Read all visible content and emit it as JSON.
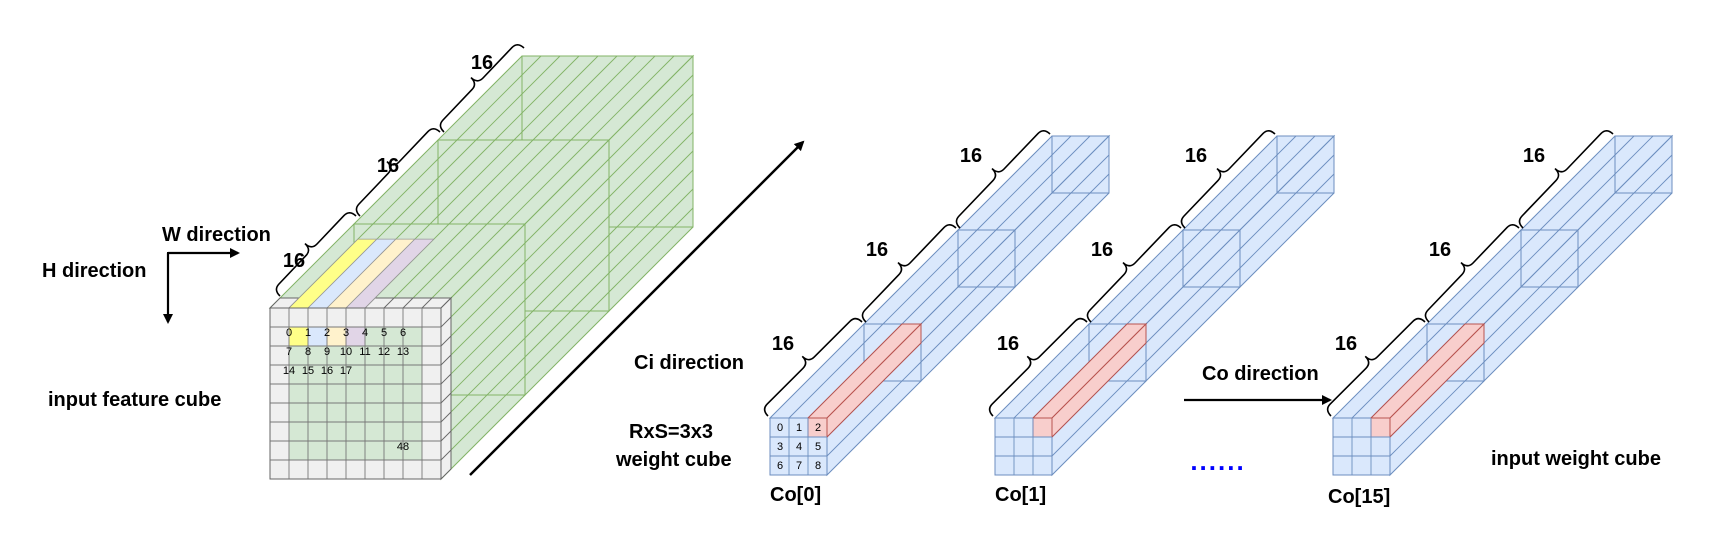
{
  "labels": {
    "w_direction": "W direction",
    "h_direction": "H direction",
    "input_feature_cube": "input feature cube",
    "ci_direction": "Ci direction",
    "weight_cube_line1": "RxS=3x3",
    "weight_cube_line2": "weight cube",
    "co_direction": "Co direction",
    "input_weight_cube": "input weight cube",
    "ellipsis": "......"
  },
  "feature_cube": {
    "dims": [
      "16",
      "16",
      "16"
    ],
    "row1": [
      "0",
      "1",
      "2",
      "3",
      "4",
      "5",
      "6"
    ],
    "row2": [
      "7",
      "8",
      "9",
      "10",
      "11",
      "12",
      "13"
    ],
    "row3": [
      "14",
      "15",
      "16",
      "17"
    ],
    "corner": "48"
  },
  "weight_cubes": [
    {
      "label": "Co[0]",
      "dims": [
        "16",
        "16",
        "16"
      ],
      "cells": [
        "0",
        "1",
        "2",
        "3",
        "4",
        "5",
        "6",
        "7",
        "8"
      ]
    },
    {
      "label": "Co[1]",
      "dims": [
        "16",
        "16",
        "16"
      ],
      "cells": []
    },
    {
      "label": "Co[15]",
      "dims": [
        "16",
        "16",
        "16"
      ],
      "cells": []
    }
  ],
  "colors": {
    "feature_green": "#d5e8d4",
    "feature_green_stroke": "#82b366",
    "weight_blue": "#dae8fc",
    "weight_blue_stroke": "#6c8ebf",
    "highlight_red": "#f8cecc",
    "highlight_red_stroke": "#b85450",
    "cell_yellow": "#ffff88",
    "cell_blue": "#dae8fc",
    "cell_beige": "#fff2cc",
    "cell_purple": "#e1d5e7",
    "ellipsis_blue": "#0000ff"
  }
}
